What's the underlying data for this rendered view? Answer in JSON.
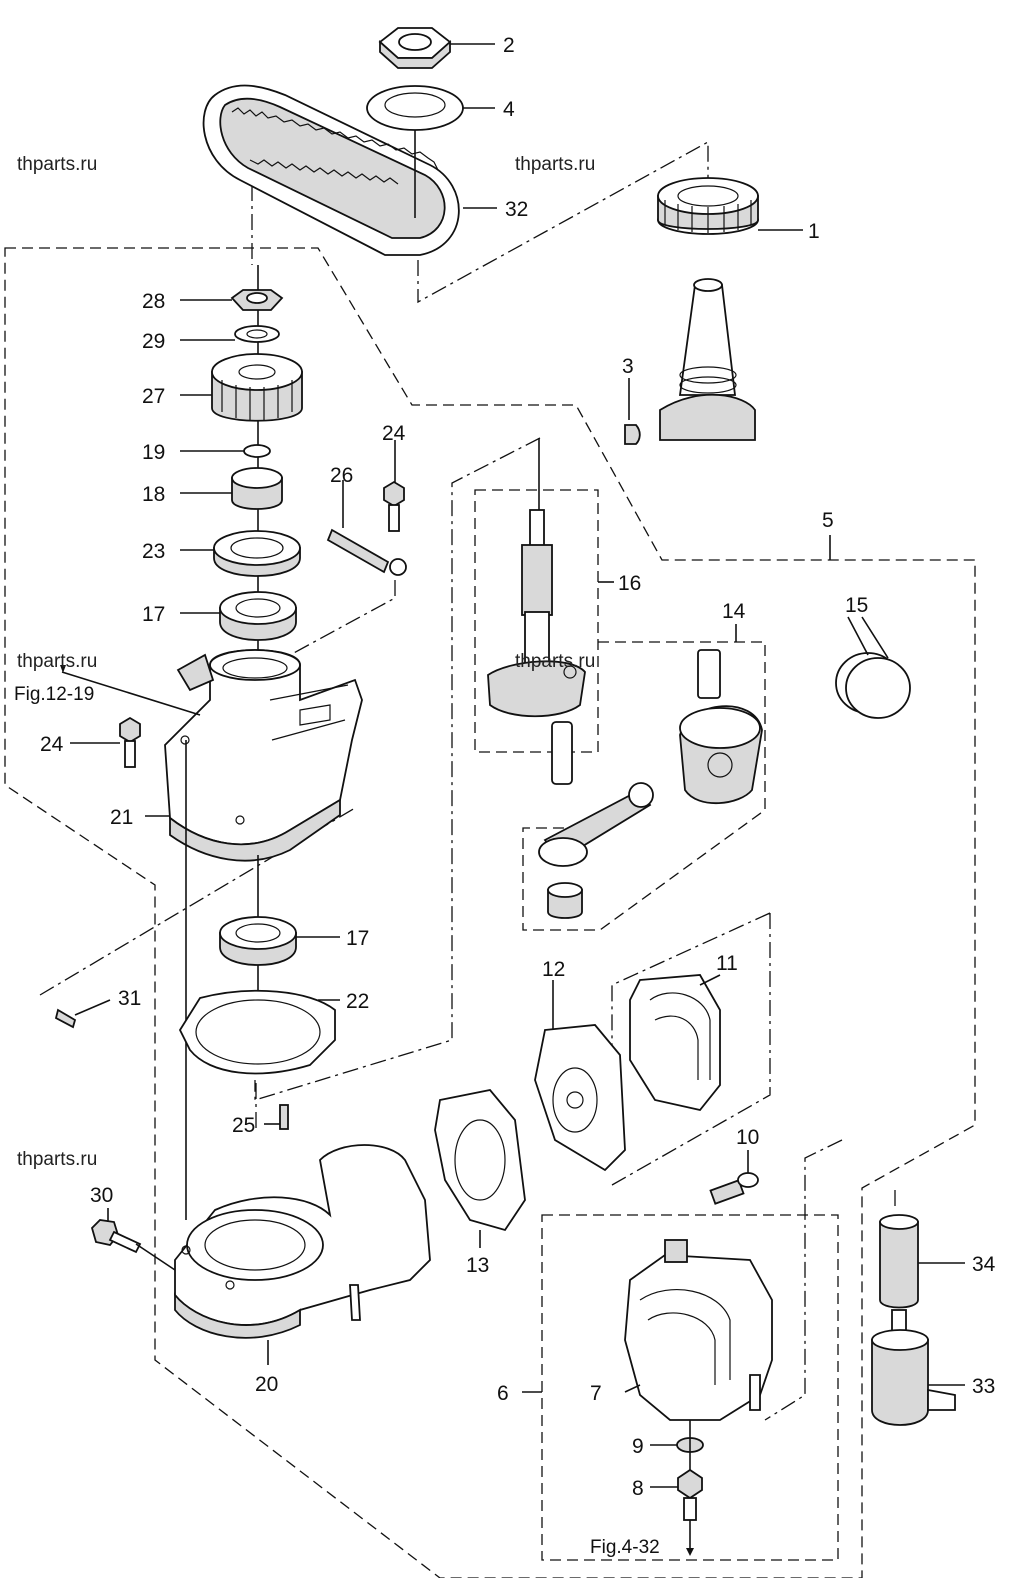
{
  "watermarks": [
    "thparts.ru",
    "thparts.ru",
    "thparts.ru",
    "thparts.ru",
    "thparts.ru"
  ],
  "references": {
    "fig_12_19": "Fig.12-19",
    "fig_4_32": "Fig.4-32"
  },
  "callouts": {
    "c1": "1",
    "c2": "2",
    "c3": "3",
    "c4": "4",
    "c5": "5",
    "c6": "6",
    "c7": "7",
    "c8": "8",
    "c9": "9",
    "c10": "10",
    "c11": "11",
    "c12": "12",
    "c13": "13",
    "c14": "14",
    "c15": "15",
    "c16": "16",
    "c17a": "17",
    "c17b": "17",
    "c18": "18",
    "c19": "19",
    "c20": "20",
    "c21": "21",
    "c22": "22",
    "c23": "23",
    "c24a": "24",
    "c24b": "24",
    "c25": "25",
    "c26": "26",
    "c27": "27",
    "c28": "28",
    "c29": "29",
    "c30": "30",
    "c31": "31",
    "c32": "32",
    "c33": "33",
    "c34": "34"
  }
}
